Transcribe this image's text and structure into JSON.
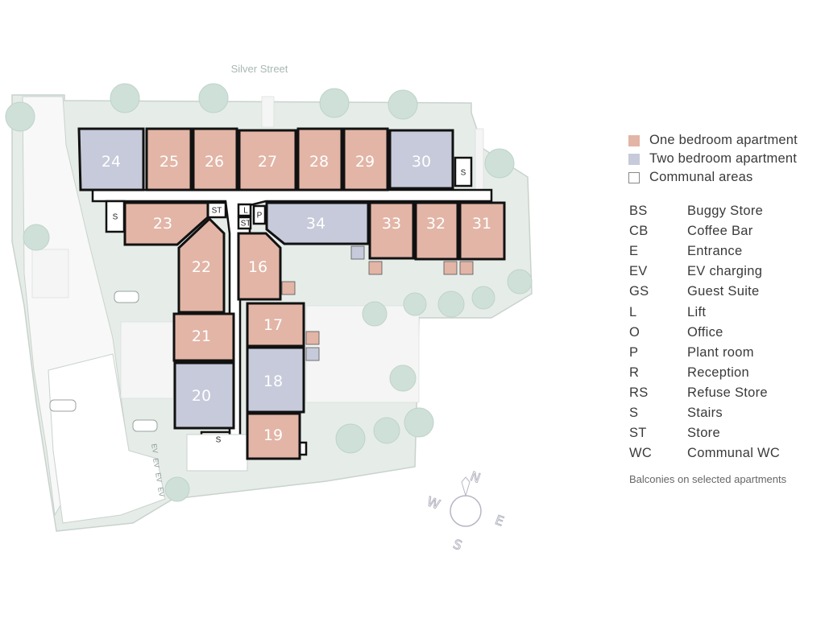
{
  "street_name": "Silver Street",
  "colors": {
    "one_bedroom": "#e2b5a6",
    "two_bedroom": "#c6cada",
    "communal": "#ffffff",
    "grounds": "#e8eeea",
    "tree": "#cfe0d8",
    "wall": "#111111"
  },
  "legend": {
    "types": [
      {
        "label": "One bedroom apartment",
        "color": "#e2b5a6"
      },
      {
        "label": "Two bedroom apartment",
        "color": "#c6cada"
      },
      {
        "label": "Communal areas",
        "color": "#ffffff"
      }
    ],
    "abbreviations": [
      {
        "code": "BS",
        "meaning": "Buggy Store"
      },
      {
        "code": "CB",
        "meaning": "Coffee Bar"
      },
      {
        "code": "E",
        "meaning": "Entrance"
      },
      {
        "code": "EV",
        "meaning": "EV charging"
      },
      {
        "code": "GS",
        "meaning": "Guest Suite"
      },
      {
        "code": "L",
        "meaning": "Lift"
      },
      {
        "code": "O",
        "meaning": "Office"
      },
      {
        "code": "P",
        "meaning": "Plant room"
      },
      {
        "code": "R",
        "meaning": "Reception"
      },
      {
        "code": "RS",
        "meaning": "Refuse Store"
      },
      {
        "code": "S",
        "meaning": "Stairs"
      },
      {
        "code": "ST",
        "meaning": "Store"
      },
      {
        "code": "WC",
        "meaning": "Communal WC"
      }
    ],
    "note": "Balconies on selected apartments"
  },
  "apartments": [
    {
      "number": "24",
      "type": "two_bedroom"
    },
    {
      "number": "25",
      "type": "one_bedroom"
    },
    {
      "number": "26",
      "type": "one_bedroom"
    },
    {
      "number": "27",
      "type": "one_bedroom"
    },
    {
      "number": "28",
      "type": "one_bedroom"
    },
    {
      "number": "29",
      "type": "one_bedroom"
    },
    {
      "number": "30",
      "type": "two_bedroom"
    },
    {
      "number": "23",
      "type": "one_bedroom"
    },
    {
      "number": "34",
      "type": "two_bedroom"
    },
    {
      "number": "33",
      "type": "one_bedroom"
    },
    {
      "number": "32",
      "type": "one_bedroom"
    },
    {
      "number": "31",
      "type": "one_bedroom"
    },
    {
      "number": "22",
      "type": "one_bedroom"
    },
    {
      "number": "16",
      "type": "one_bedroom"
    },
    {
      "number": "21",
      "type": "one_bedroom"
    },
    {
      "number": "17",
      "type": "one_bedroom"
    },
    {
      "number": "20",
      "type": "two_bedroom"
    },
    {
      "number": "18",
      "type": "two_bedroom"
    },
    {
      "number": "19",
      "type": "one_bedroom"
    }
  ],
  "service_labels": {
    "stairs": "S",
    "store": "ST",
    "lift": "L",
    "plant": "P"
  },
  "parking_labels": [
    "EV",
    "EV",
    "EV",
    "EV"
  ],
  "compass": {
    "n": "N",
    "e": "E",
    "s": "S",
    "w": "W"
  }
}
